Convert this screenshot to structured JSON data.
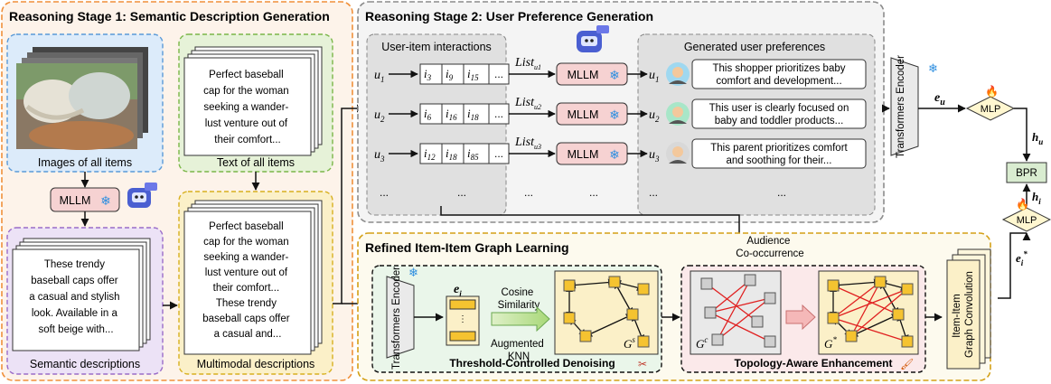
{
  "stage1": {
    "title": "Reasoning Stage 1: Semantic Description Generation",
    "images_label": "Images of all items",
    "text_label": "Text of all items",
    "text_card": [
      "Perfect baseball",
      "cap for the woman",
      "seeking a wander-",
      "lust venture out of",
      "their comfort..."
    ],
    "mllm": "MLLM",
    "semantic_label": "Semantic descriptions",
    "semantic_card": [
      "These trendy",
      "baseball caps offer",
      "a casual and stylish",
      "look. Available in a",
      "soft beige with..."
    ],
    "multimodal_label": "Multimodal descriptions",
    "multimodal_card": [
      "Perfect baseball",
      "cap for the woman",
      "seeking a wander-",
      "lust venture out of",
      "their comfort...",
      "These trendy",
      "baseball caps offer",
      "a casual and..."
    ]
  },
  "stage2": {
    "title": "Reasoning Stage 2: User Preference Generation",
    "interactions_label": "User-item interactions",
    "preferences_label": "Generated user preferences",
    "mllm": "MLLM",
    "list": "List",
    "ellipsis": "...",
    "users": [
      {
        "u": "u",
        "sub": "1",
        "items": [
          [
            "i",
            "3"
          ],
          [
            "i",
            "9"
          ],
          [
            "i",
            "15"
          ]
        ],
        "pref": [
          "This shopper prioritizes baby",
          "comfort and development..."
        ]
      },
      {
        "u": "u",
        "sub": "2",
        "items": [
          [
            "i",
            "6"
          ],
          [
            "i",
            "16"
          ],
          [
            "i",
            "18"
          ]
        ],
        "pref": [
          "This user is clearly focused on",
          "baby and toddler products..."
        ]
      },
      {
        "u": "u",
        "sub": "3",
        "items": [
          [
            "i",
            "12"
          ],
          [
            "i",
            "18"
          ],
          [
            "i",
            "85"
          ]
        ],
        "pref": [
          "This parent prioritizes comfort",
          "and soothing for their..."
        ]
      }
    ]
  },
  "right": {
    "encoder": "Transformers Encoder",
    "eu": "e",
    "eu_sub": "u",
    "mlp": "MLP",
    "hu": "h",
    "hu_sub": "u",
    "bpr": "BPR",
    "hi": "h",
    "hi_sub": "i",
    "ei_star": "e",
    "ei_star_sub": "i",
    "ei_star_sup": "*"
  },
  "graph": {
    "title": "Refined Item-Item Graph Learning",
    "encoder": "Transformers Encoder",
    "ei": "e",
    "ei_sub": "i",
    "cosine": [
      "Cosine",
      "Similarity"
    ],
    "augmented": [
      "Augmented",
      "KNN"
    ],
    "gs": "G",
    "gs_sup": "s",
    "gc": "G",
    "gc_sup": "c",
    "gstar": "G",
    "gstar_sup": "*",
    "denoising": "Threshold-Controlled Denoising",
    "enhancement": "Topology-Aware Enhancement",
    "audience": [
      "Audience",
      "Co-occurrence"
    ],
    "conv": [
      "Item-Item",
      "Graph Convolution"
    ]
  },
  "colors": {
    "stage1_border": "#f0903a",
    "stage2_border": "#8c8c8c",
    "graph_border": "#d4a017",
    "mllm_fill": "#f6d2d2",
    "item_yellow": "#f5c330",
    "edge_red": "#e02020",
    "snowflake": "#2f8fe0",
    "flame": "#f05a28"
  }
}
